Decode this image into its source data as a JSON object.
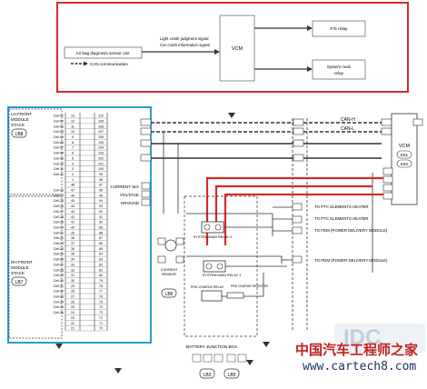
{
  "top_block": {
    "sensor_unit": "Air bag diagnosis sensor unit",
    "signal_1": "Light crash judgment signal",
    "signal_2": "Car crash information signal",
    "vcm": "VCM",
    "fs_relay": "F/S relay",
    "system_main_relay_1": "System main",
    "system_main_relay_2": "relay",
    "can_legend": "CAN communication"
  },
  "lh_module": {
    "title_1": "LH FRONT",
    "title_2": "MODULE",
    "title_3": "STACK",
    "connector": "LB8",
    "cells": [
      "Cell-01",
      "Cell-02",
      "Cell-03",
      "Cell-04",
      "Cell-05",
      "Cell-06",
      "Cell-07",
      "Cell-08",
      "Cell-09",
      "Cell-10",
      "Cell-11",
      "Cell-12"
    ]
  },
  "rh_module": {
    "title_1": "RH FRONT",
    "title_2": "MODULE",
    "title_3": "STACK",
    "connector": "LB7",
    "cells": [
      "Cell-13",
      "Cell-14",
      "Cell-15",
      "Cell-16",
      "Cell-17",
      "Cell-18",
      "Cell-19",
      "Cell-20",
      "Cell-21",
      "Cell-22",
      "Cell-23",
      "Cell-24",
      "Cell-25",
      "Cell-26",
      "Cell-27",
      "Cell-28",
      "Cell-29",
      "Cell-30",
      "Cell-31",
      "Cell-32",
      "Cell-33",
      "Cell-34",
      "Cell-35",
      "Cell-36"
    ]
  },
  "controller_labels": {
    "current_sig": "CURRENT SIG",
    "voltage": "VOLTAGE",
    "ground": "GROUND"
  },
  "can": {
    "h": "CAN-H",
    "l": "CAN-L"
  },
  "vcm_block": {
    "name": "VCM",
    "conn1": "E61",
    "conn2": "E62"
  },
  "pins": {
    "left": [
      "13",
      "12",
      "11",
      "10",
      "9",
      "8",
      "7",
      "6",
      "5",
      "4",
      "3",
      "2",
      "1",
      "48",
      "47",
      "46",
      "45",
      "44",
      "43",
      "42",
      "41",
      "40",
      "39",
      "38",
      "37",
      "36",
      "35",
      "34",
      "33",
      "32",
      "31",
      "30",
      "29",
      "28",
      "27",
      "26",
      "25",
      "24",
      "23",
      "22",
      "21"
    ],
    "right": [
      "110",
      "109",
      "108",
      "107",
      "106",
      "105",
      "104",
      "103",
      "102",
      "101",
      "100",
      "99",
      "98",
      "97",
      "96",
      "95",
      "94",
      "93",
      "92",
      "91",
      "90",
      "89",
      "88",
      "87",
      "86",
      "85",
      "84",
      "83",
      "82",
      "81",
      "80",
      "79",
      "78",
      "77",
      "76",
      "75",
      "74",
      "73",
      "72",
      "71",
      "70"
    ]
  },
  "current_sensor": {
    "line1": "CURRENT",
    "line2": "SENSOR",
    "connector": "LB6"
  },
  "relays": {
    "relay2": "SYSTEM MAIN RELAY 2",
    "relay1": "SYSTEM MAIN RELAY 1",
    "precharge": "PRE-CHARGE RELAY",
    "resistor": "PRE-CHARGE RESISTOR"
  },
  "outputs": {
    "ptc1": "TO PTC ELEMENTS HEATER",
    "ptc2": "TO PTC ELEMENTS HEATER",
    "fdm": "TO FDM (POWER DELIVERY MODULE)",
    "pdm": "TO PDM (POWER DELIVERY MODULE)"
  },
  "battery_junction_box": {
    "label": "BATTERY JUNCTION BOX",
    "conn1": "LB3",
    "conn2": "LB5"
  },
  "watermark": {
    "cn": "中国汽车工程师之家",
    "url": "www.cartech8.com",
    "logo": "IDC"
  },
  "colors": {
    "red": "#d42a2a",
    "blue": "#2b9bd6",
    "line": "#333333"
  }
}
